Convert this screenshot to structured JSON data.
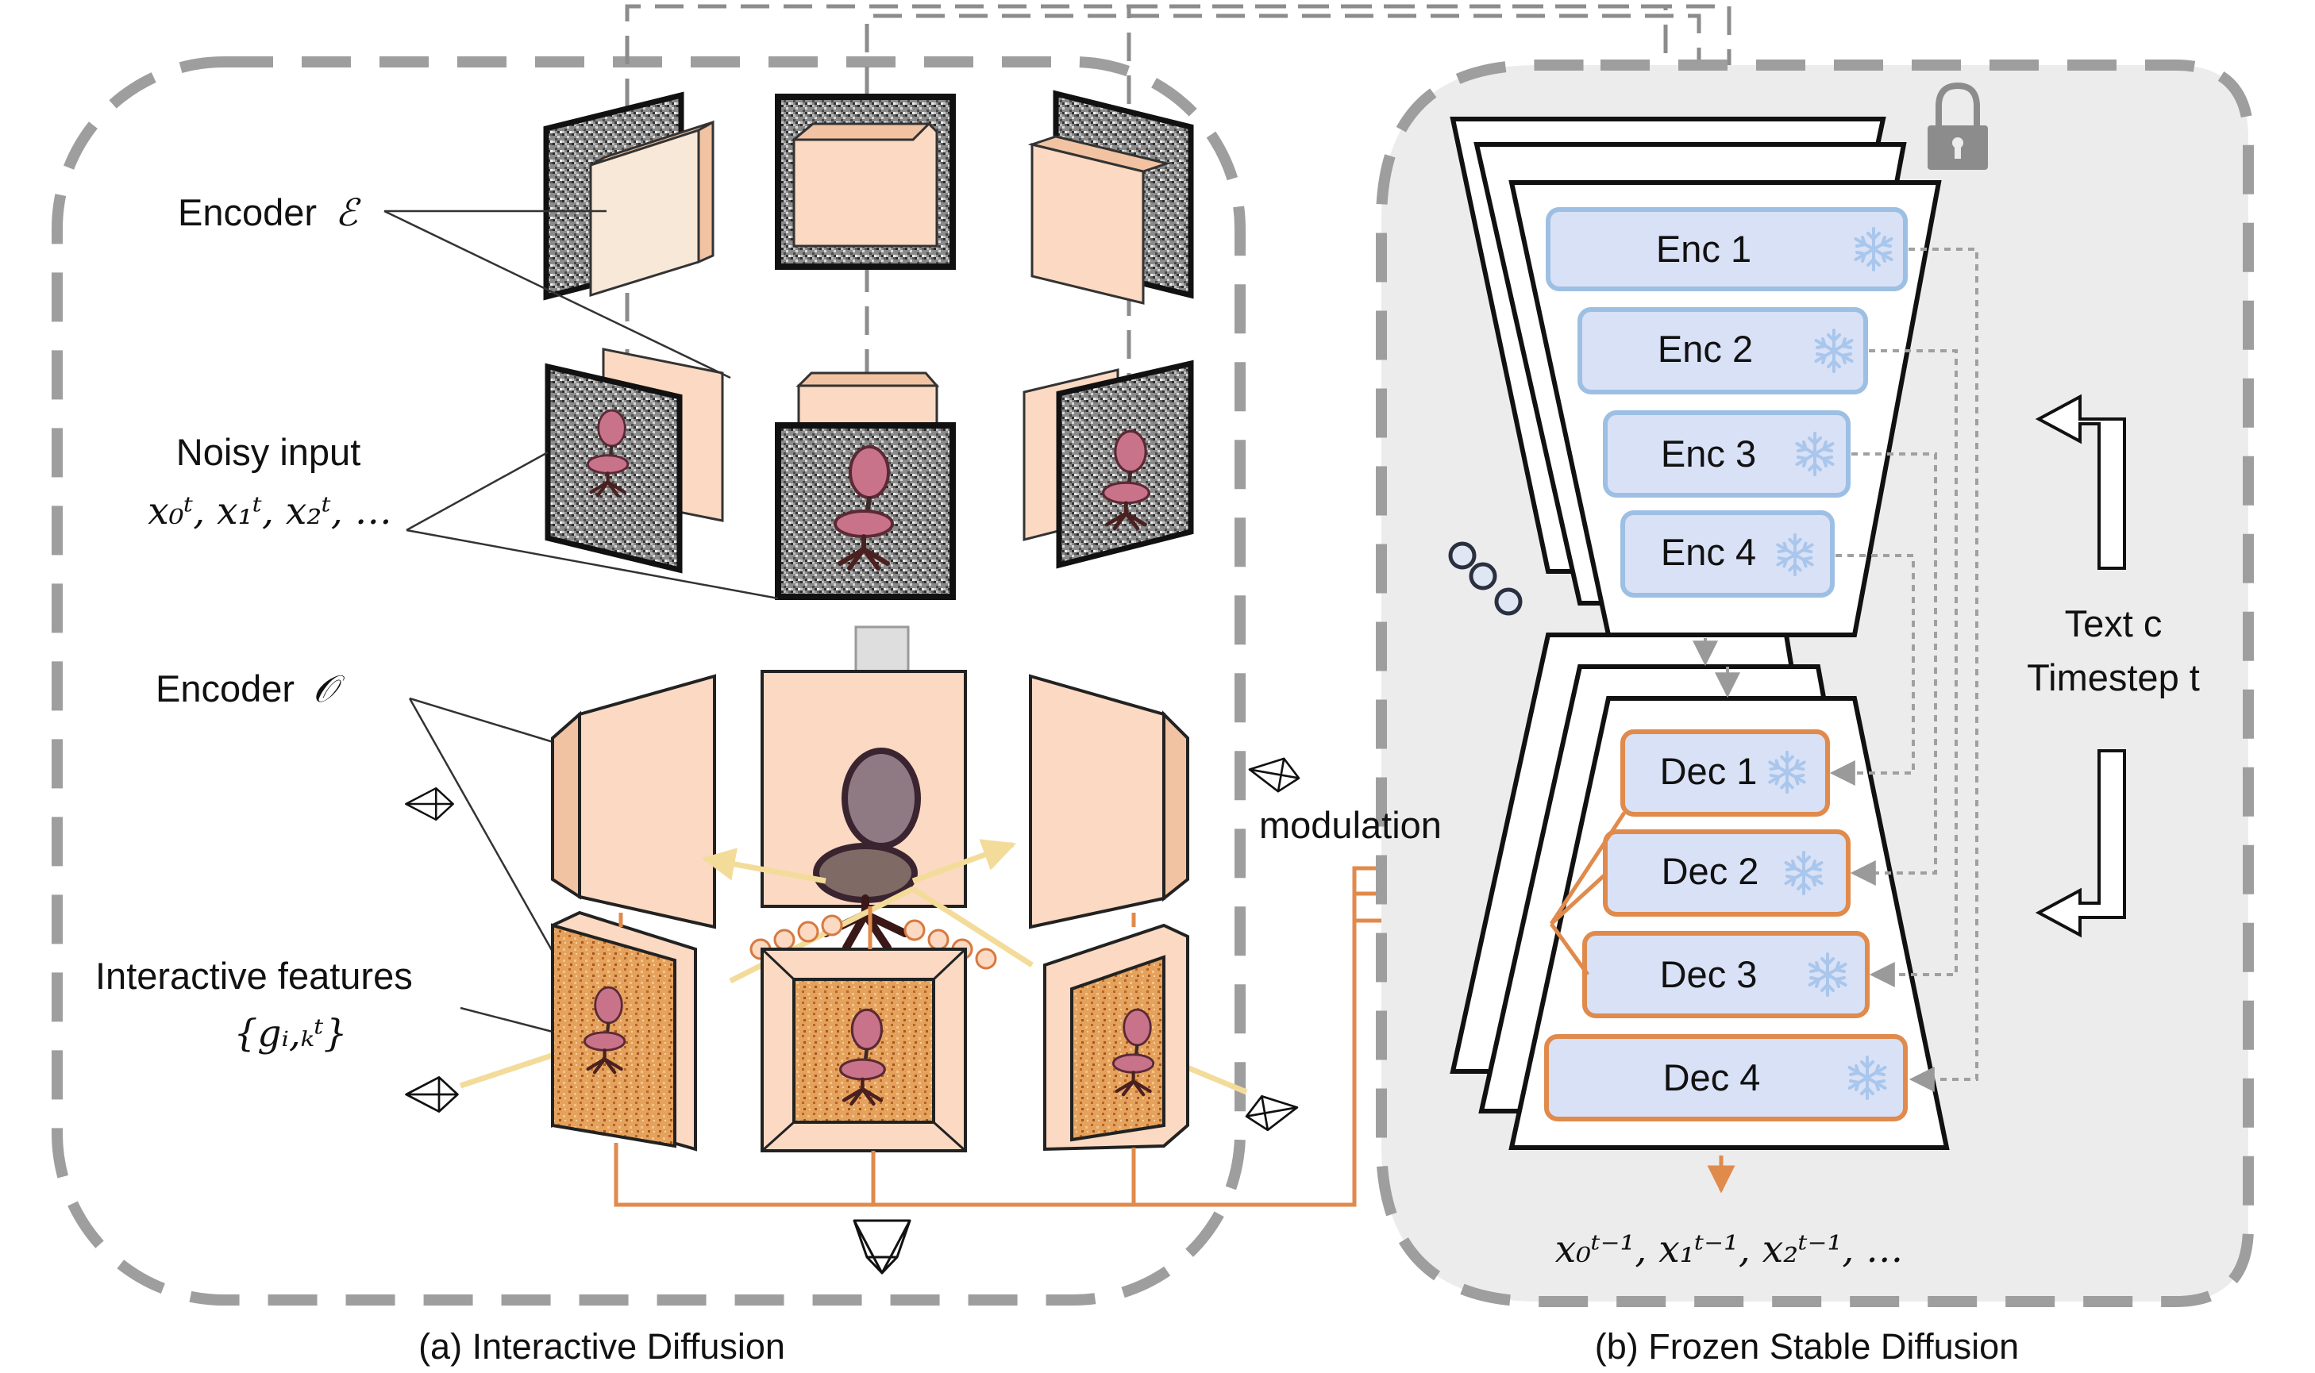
{
  "panels": {
    "a": {
      "caption": "(a) Interactive Diffusion"
    },
    "b": {
      "caption": "(b) Frozen Stable Diffusion"
    }
  },
  "labels": {
    "encoder_e": {
      "text": "Encoder",
      "symbol": "ℰ"
    },
    "noisy_input": {
      "line1": "Noisy input",
      "line2": "x₀ᵗ, x₁ᵗ, x₂ᵗ, …"
    },
    "encoder_o": {
      "text": "Encoder",
      "symbol": "𝒪"
    },
    "interactive_features": {
      "line1": "Interactive features",
      "line2": "{gᵢ,ₖᵗ}"
    },
    "modulation": "modulation",
    "text_c": "Text c",
    "timestep": "Timestep t",
    "output": "x₀ᵗ⁻¹, x₁ᵗ⁻¹, x₂ᵗ⁻¹, …"
  },
  "encoder_blocks": [
    {
      "label": "Enc 1"
    },
    {
      "label": "Enc 2"
    },
    {
      "label": "Enc 3"
    },
    {
      "label": "Enc 4"
    }
  ],
  "decoder_blocks": [
    {
      "label": "Dec 1"
    },
    {
      "label": "Dec 2"
    },
    {
      "label": "Dec 3"
    },
    {
      "label": "Dec 4"
    }
  ],
  "icons": {
    "lock": "lock-icon",
    "snowflake": "snowflake-icon",
    "camera": "camera-icon",
    "chair": "chair-icon"
  },
  "colors": {
    "dash_gray": "#9e9e9e",
    "panel_b_fill": "#ececec",
    "peach": "#fbd9c2",
    "enc_fill": "#d9e1f6",
    "enc_border": "#9dbfe3",
    "dec_border": "#e08a4c",
    "orange_line": "#e08a4c",
    "feature_fill": "#e5a25c"
  }
}
